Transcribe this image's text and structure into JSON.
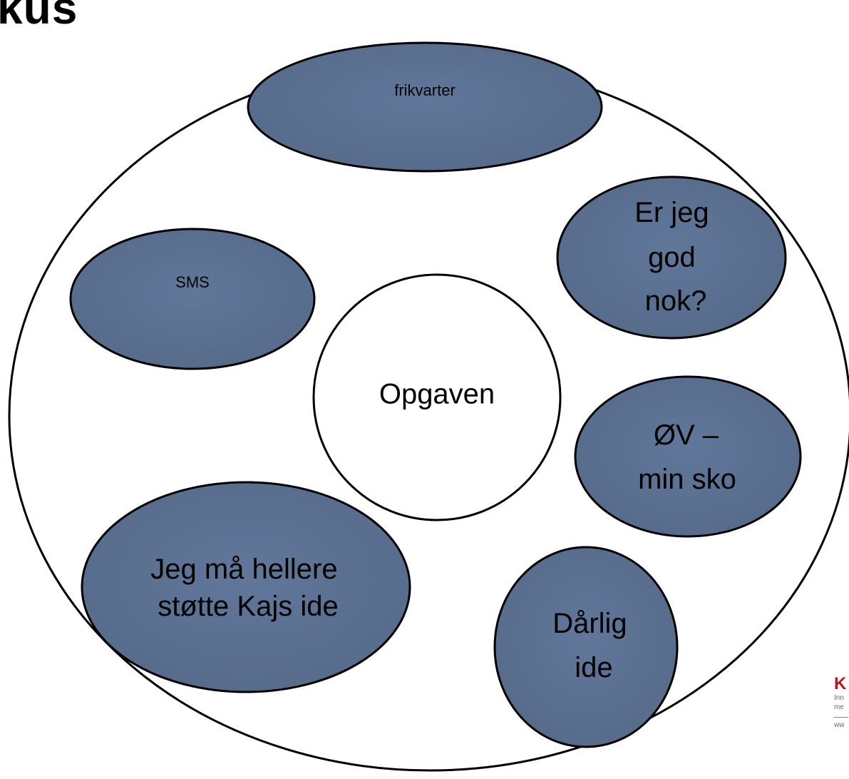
{
  "title": "kus",
  "diagram": {
    "center": {
      "label": "Opgaven"
    },
    "distractions": [
      {
        "id": "frikvarter",
        "lines": [
          "frikvarter"
        ]
      },
      {
        "id": "sms",
        "lines": [
          "SMS"
        ]
      },
      {
        "id": "er-jeg-god-nok",
        "lines": [
          "Er jeg",
          "god",
          "nok?"
        ]
      },
      {
        "id": "ov-min-sko",
        "lines": [
          "ØV –",
          "min sko"
        ]
      },
      {
        "id": "jeg-maa-hellere",
        "lines": [
          "Jeg må hellere",
          "støtte Kajs ide"
        ]
      },
      {
        "id": "daarlig-ide",
        "lines": [
          "Dårlig",
          "ide"
        ]
      }
    ]
  },
  "logo": {
    "letter": "K",
    "line1": "Inn",
    "line2": "me",
    "url": "ww"
  },
  "colors": {
    "bubble_fill": "#5b7191",
    "stroke": "#000000",
    "title_color": "#000000",
    "logo_red": "#c0141b"
  }
}
